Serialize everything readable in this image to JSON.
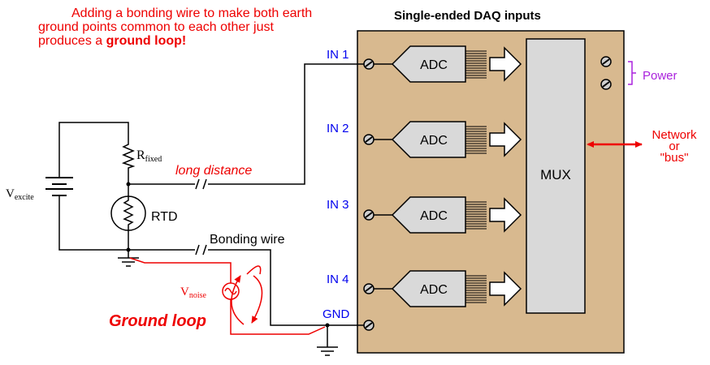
{
  "caption": {
    "line1": "Adding a bonding wire to make both earth",
    "line2": "ground points common to each other just",
    "line3_prefix": "produces a ",
    "line3_bold": "ground loop!"
  },
  "daq": {
    "title": "Single-ended DAQ inputs",
    "channels": [
      {
        "label": "IN 1",
        "adc": "ADC"
      },
      {
        "label": "IN 2",
        "adc": "ADC"
      },
      {
        "label": "IN 3",
        "adc": "ADC"
      },
      {
        "label": "IN 4",
        "adc": "ADC"
      }
    ],
    "gnd_label": "GND",
    "mux_label": "MUX",
    "power_label": "Power",
    "network_line1": "Network",
    "network_line2": "or",
    "network_line3": "\"bus\""
  },
  "circuit": {
    "vexcite_main": "V",
    "vexcite_sub": "excite",
    "rfixed_main": "R",
    "rfixed_sub": "fixed",
    "rtd_label": "RTD",
    "long_distance": "long distance",
    "bonding_wire": "Bonding wire",
    "vnoise_main": "V",
    "vnoise_sub": "noise",
    "ground_loop": "Ground loop"
  },
  "colors": {
    "panel_fill": "#d8b98f",
    "adc_fill": "#d9d9d9",
    "label_blue": "#0000ee",
    "alert_red": "#ee0000",
    "power_purple": "#aa22dd"
  }
}
